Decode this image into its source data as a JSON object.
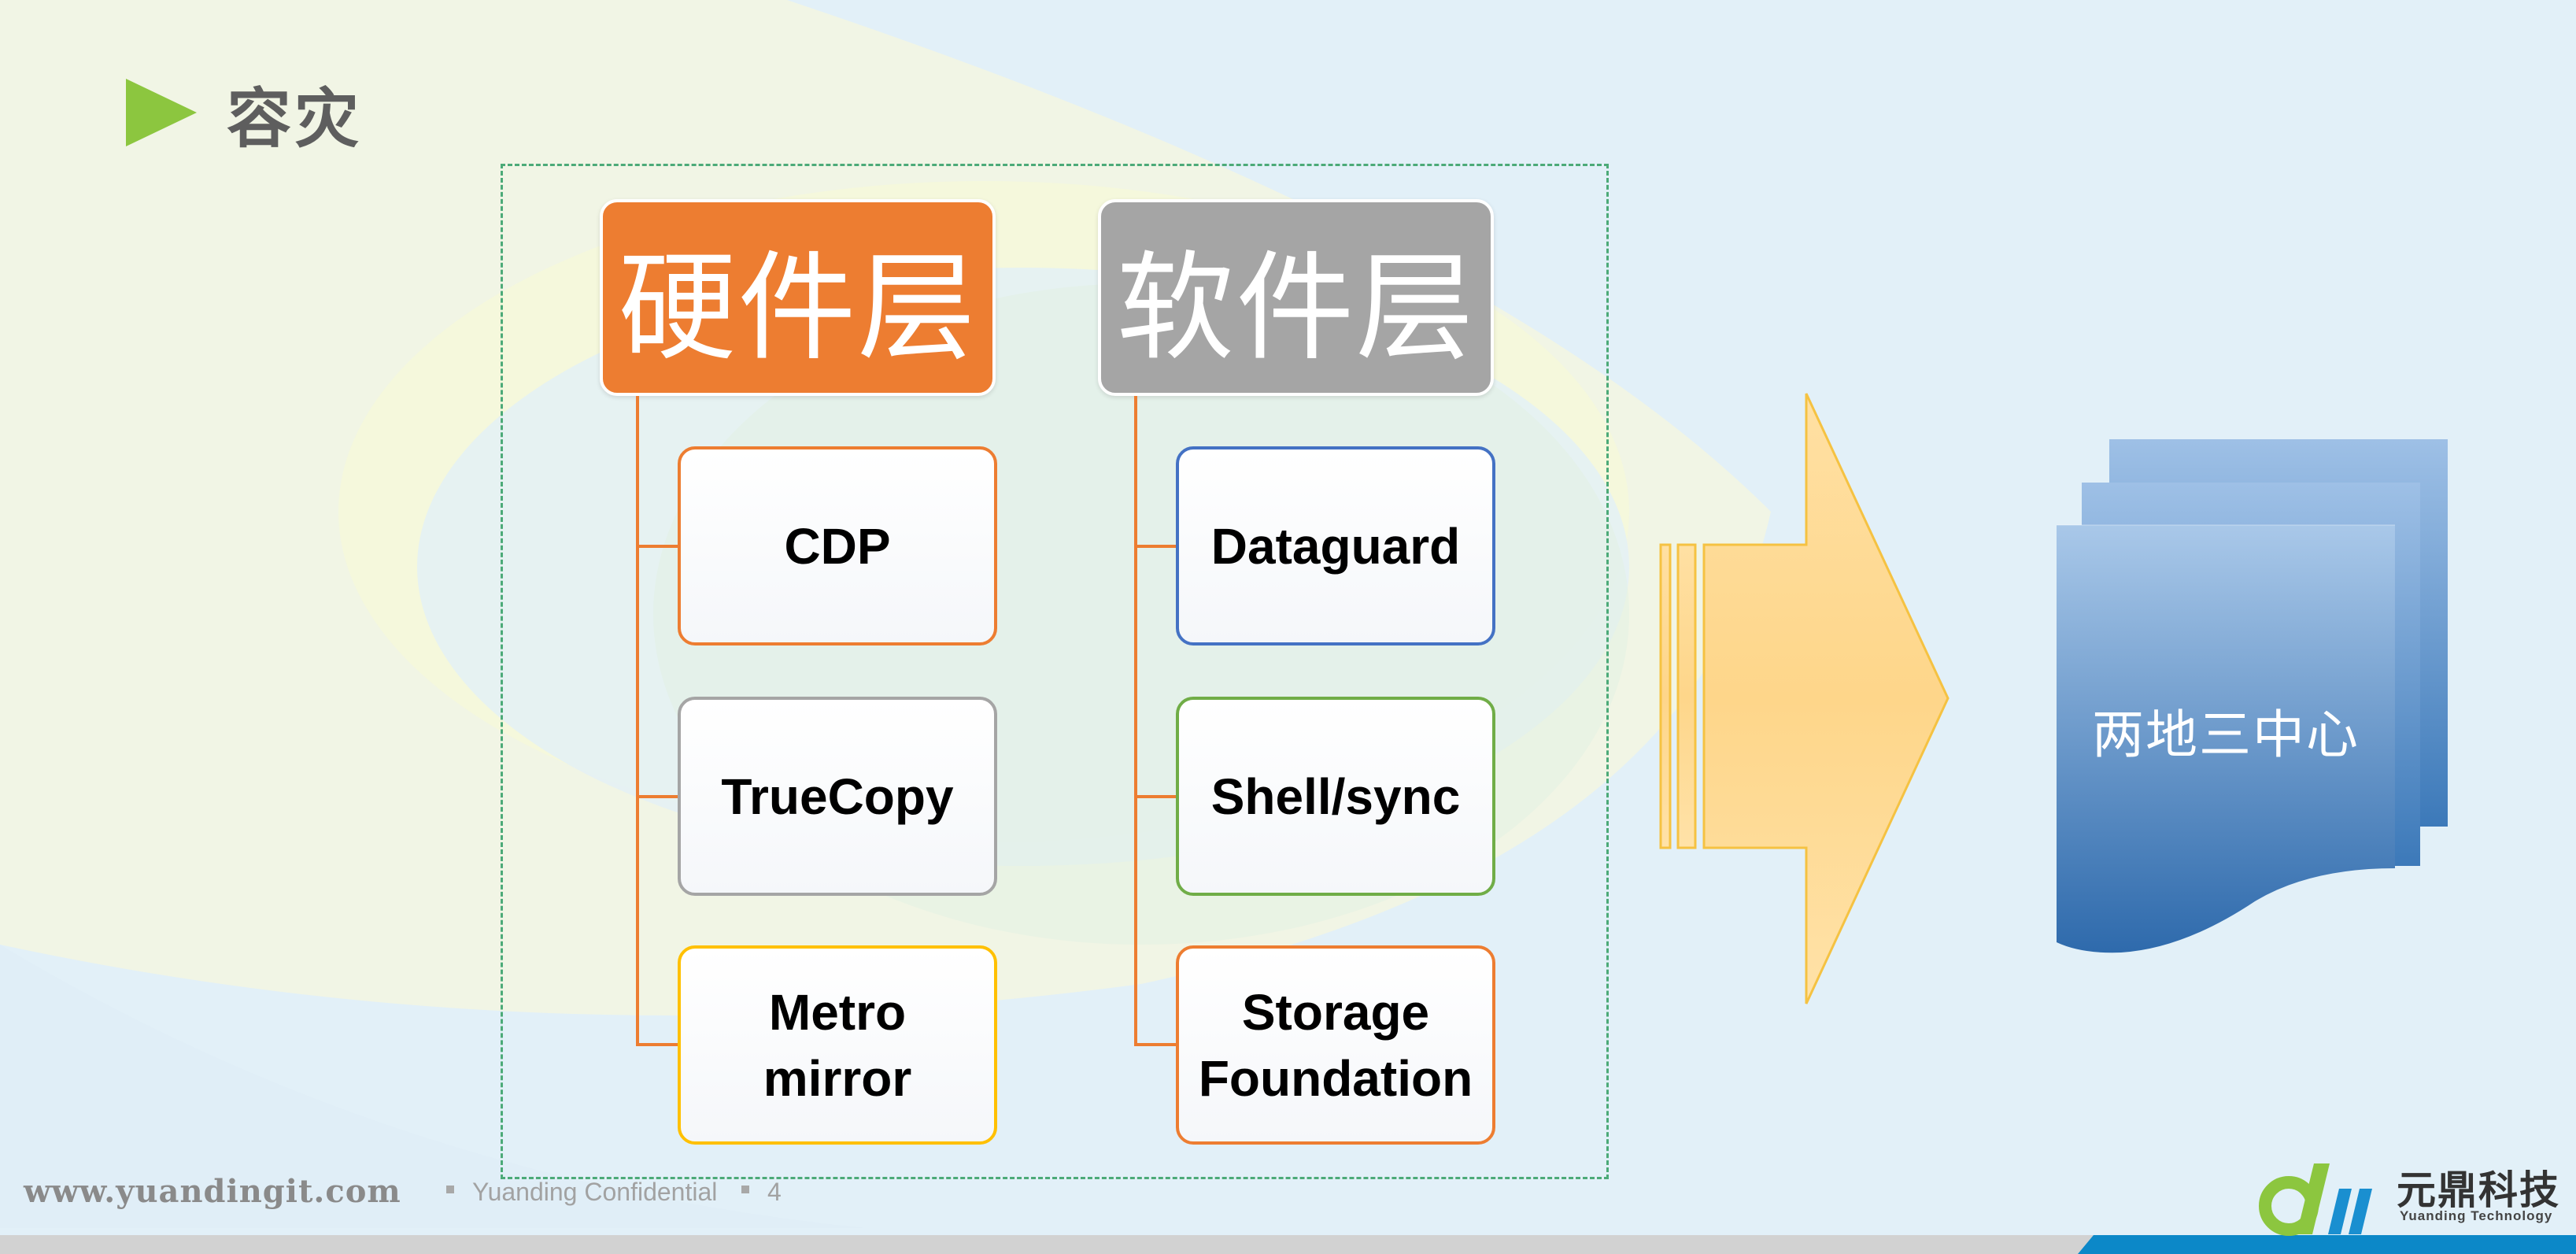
{
  "slide": {
    "title": "容灾"
  },
  "columns": [
    {
      "header": "硬件层",
      "header_color": "#ed7d31",
      "connector_color": "#ed7d31",
      "items": [
        {
          "label": "CDP",
          "border_color": "#ed7d31"
        },
        {
          "label": "TrueCopy",
          "border_color": "#a5a5a5"
        },
        {
          "label": "Metro mirror",
          "border_color": "#ffc000"
        }
      ]
    },
    {
      "header": "软件层",
      "header_color": "#a5a5a5",
      "connector_color": "#ed7d31",
      "items": [
        {
          "label": "Dataguard",
          "border_color": "#4472c4"
        },
        {
          "label": "Shell/sync",
          "border_color": "#70ad47"
        },
        {
          "label": "Storage Foundation",
          "border_color": "#ed7d31"
        }
      ]
    }
  ],
  "target": {
    "label": "两地三中心"
  },
  "footer": {
    "website": "www.yuandingit.com",
    "confidential": "Yuanding Confidential",
    "page_number": "4"
  },
  "logo": {
    "cn_name": "元鼎科技",
    "en_name": "Yuanding Technology"
  },
  "icons": [
    "play-arrow-icon",
    "striped-right-arrow-icon",
    "document-stack-icon",
    "yuanding-logo-icon"
  ]
}
